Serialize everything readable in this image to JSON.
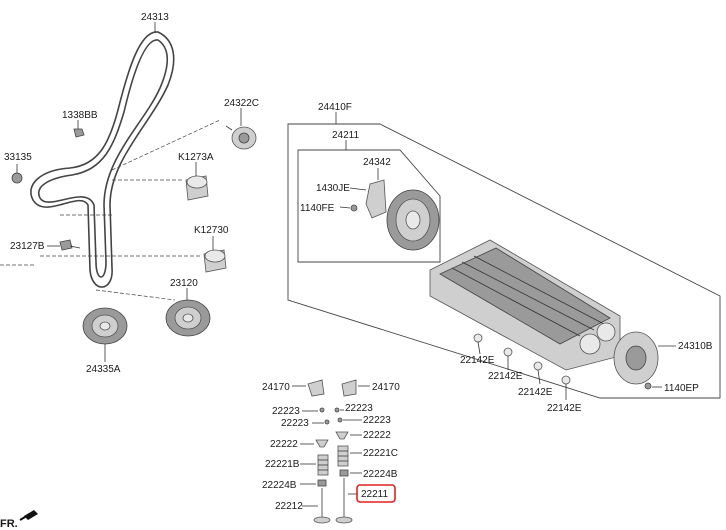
{
  "diagram": {
    "labels": {
      "l24313": "24313",
      "l1338BB": "1338BB",
      "l24322C": "24322C",
      "l33135": "33135",
      "l1273A": "K1273A",
      "l12730": "K12730",
      "l23127B": "23127B",
      "l23120": "23120",
      "l24335A": "24335A",
      "l24410F": "24410F",
      "l24211": "24211",
      "l24342": "24342",
      "l1430JE": "1430JE",
      "l1140FE": "1140FE",
      "l22142E_1": "22142E",
      "l22142E_2": "22142E",
      "l22142E_3": "22142E",
      "l22142E_4": "22142E",
      "l24310B": "24310B",
      "l1140EP": "1140EP",
      "l24170_L": "24170",
      "l24170_R": "24170",
      "l22223_1": "22223",
      "l22223_2": "22223",
      "l22223_3": "22223",
      "l22223_4": "22223",
      "l22222_L": "22222",
      "l22222_R": "22222",
      "l22221B": "22221B",
      "l22221C": "22221C",
      "l22224B_L": "22224B",
      "l22224B_R": "22224B",
      "l22212": "22212",
      "l22211": "22211"
    },
    "direction_label": "FR.",
    "highlight_part": "22211",
    "highlight_color": "#e0201e"
  }
}
